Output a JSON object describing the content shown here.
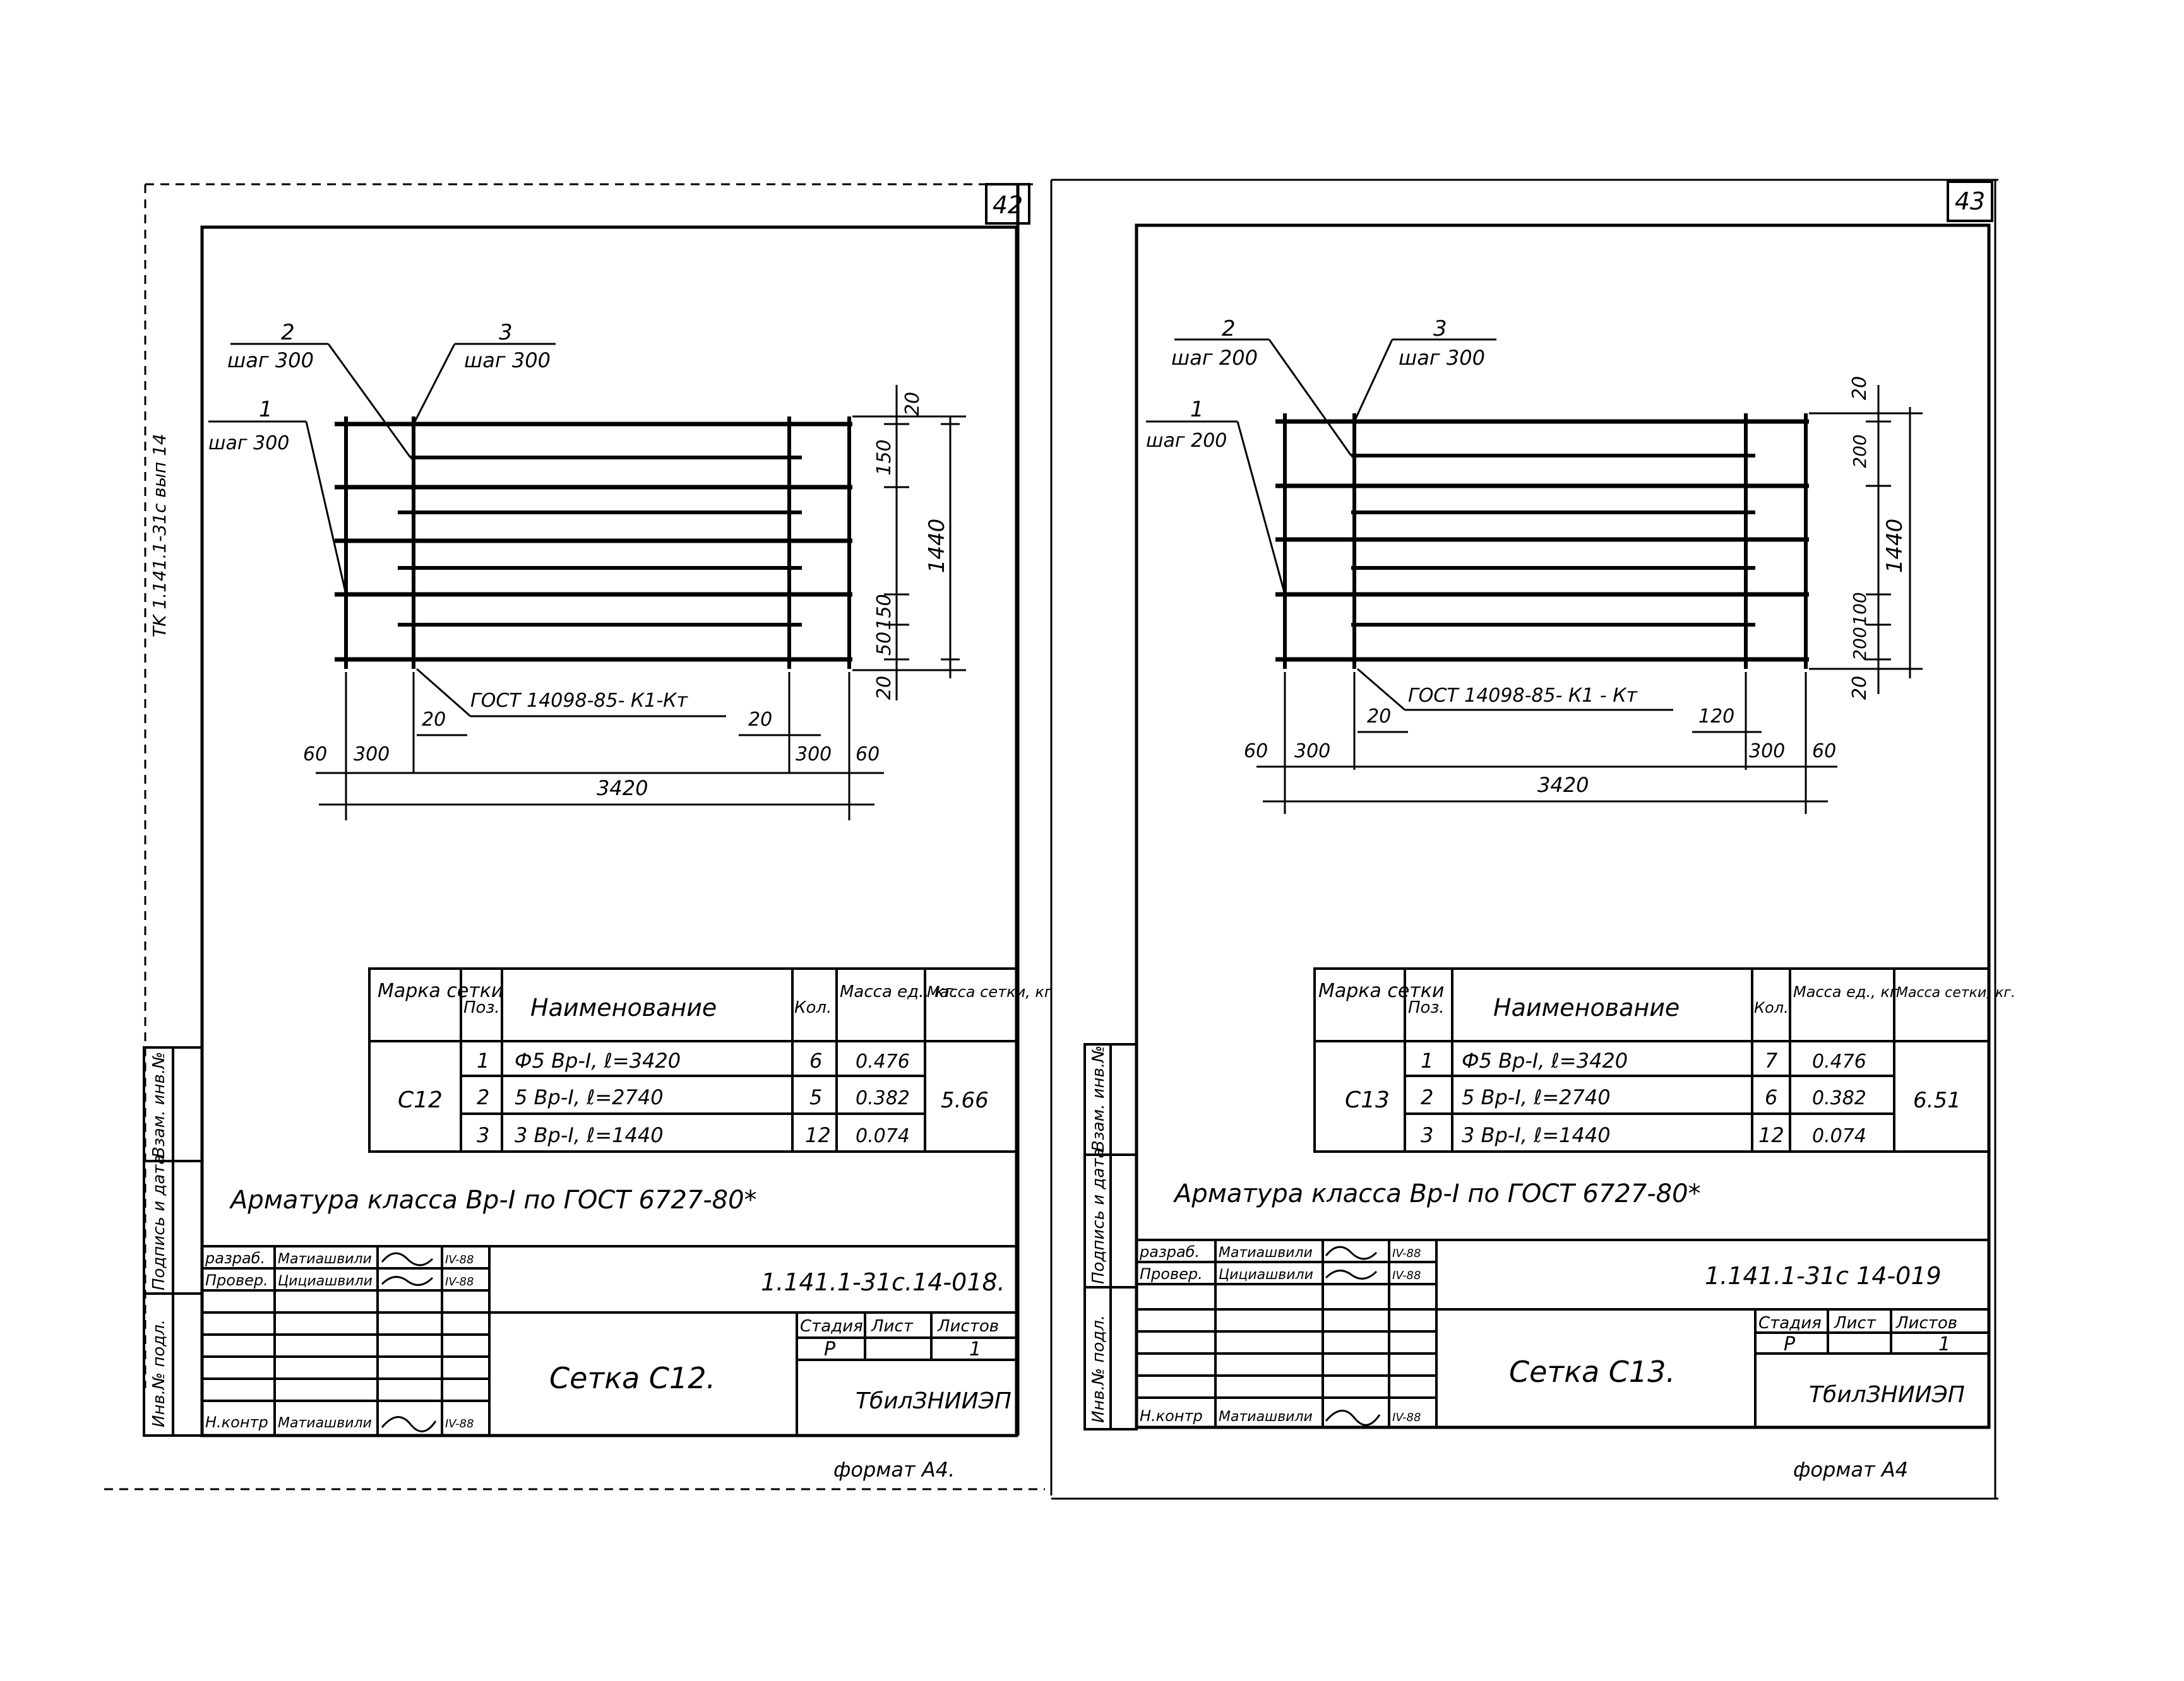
{
  "top_note": "TK 1.141.1-31c  вып 14",
  "sheets": [
    {
      "sheet_number": "42",
      "drawing": {
        "callout_2_num": "2",
        "callout_2_text": "шаг 300",
        "callout_3_num": "3",
        "callout_3_text": "шаг 300",
        "callout_1_num": "1",
        "callout_1_text": "шаг 300",
        "gost_label": "ГОСТ 14098-85- К1-Кт",
        "dim_right_top": "20",
        "dim_right_150a": "150",
        "dim_right_total": "1440",
        "dim_right_150b": "150",
        "dim_right_50": "50",
        "dim_right_bottom": "20",
        "dim_bottom_60a": "60",
        "dim_bottom_300a": "300",
        "dim_bottom_20a": "20",
        "dim_bottom_20b": "20",
        "dim_bottom_300b": "300",
        "dim_bottom_60b": "60",
        "dim_bottom_total": "3420"
      },
      "table": {
        "h_mark": "Марка сетки",
        "h_pos": "Поз.",
        "h_name": "Наименование",
        "h_qty": "Кол.",
        "h_mass_unit": "Масса ед., кг.",
        "h_mass_mesh": "Масса сетки, кг",
        "mark": "С12",
        "mass_total": "5.66",
        "rows": [
          {
            "pos": "1",
            "name": "Ф5 Вр-I, ℓ=3420",
            "qty": "6",
            "mass": "0.476"
          },
          {
            "pos": "2",
            "name": "5 Вр-I, ℓ=2740",
            "qty": "5",
            "mass": "0.382"
          },
          {
            "pos": "3",
            "name": "3 Вр-I, ℓ=1440",
            "qty": "12",
            "mass": "0.074"
          }
        ]
      },
      "note": "Арматура класса Вр-I по ГОСТ 6727-80*",
      "stamp": {
        "side_1": "Инв.№ подл.",
        "side_2": "Подпись и дата",
        "side_3": "Взам. инв.№",
        "role_1": "разраб.",
        "name_1": "Матиашвили",
        "date_1": "IV-88",
        "role_2": "Провер.",
        "name_2": "Цициашвили",
        "date_2": "IV-88",
        "role_3": "Н.контр",
        "name_3": "Матиашвили",
        "date_3": "IV-88",
        "doc_code": "1.141.1-31с.14-018.",
        "stage_h": "Стадия",
        "sheet_h": "Лист",
        "sheets_h": "Листов",
        "stage": "Р",
        "sheets": "1",
        "title": "Сетка С12.",
        "org": "ТбилЗНИИЭП"
      },
      "format": "формат А4."
    },
    {
      "sheet_number": "43",
      "drawing": {
        "callout_2_num": "2",
        "callout_2_text": "шаг 200",
        "callout_3_num": "3",
        "callout_3_text": "шаг 300",
        "callout_1_num": "1",
        "callout_1_text": "шаг 200",
        "gost_label": "ГОСТ 14098-85- К1 - Кт",
        "dim_right_top": "20",
        "dim_right_150a": "200",
        "dim_right_total": "1440",
        "dim_right_150b": "100",
        "dim_right_50": "200",
        "dim_right_bottom": "20",
        "dim_bottom_60a": "60",
        "dim_bottom_300a": "300",
        "dim_bottom_20a": "20",
        "dim_bottom_20b": "120",
        "dim_bottom_300b": "300",
        "dim_bottom_60b": "60",
        "dim_bottom_total": "3420"
      },
      "table": {
        "h_mark": "Марка сетки",
        "h_pos": "Поз.",
        "h_name": "Наименование",
        "h_qty": "Кол.",
        "h_mass_unit": "Масса ед., кг",
        "h_mass_mesh": "Масса сетки, кг.",
        "mark": "С13",
        "mass_total": "6.51",
        "rows": [
          {
            "pos": "1",
            "name": "Ф5 Вр-I, ℓ=3420",
            "qty": "7",
            "mass": "0.476"
          },
          {
            "pos": "2",
            "name": "5 Вр-I, ℓ=2740",
            "qty": "6",
            "mass": "0.382"
          },
          {
            "pos": "3",
            "name": "3 Вр-I, ℓ=1440",
            "qty": "12",
            "mass": "0.074"
          }
        ]
      },
      "note": "Арматура класса Вр-I по ГОСТ 6727-80*",
      "stamp": {
        "side_1": "Инв.№ подл.",
        "side_2": "Подпись и дата",
        "side_3": "Взам. инв.№",
        "role_1": "разраб.",
        "name_1": "Матиашвили",
        "date_1": "IV-88",
        "role_2": "Провер.",
        "name_2": "Цициашвили",
        "date_2": "IV-88",
        "role_3": "Н.контр",
        "name_3": "Матиашвили",
        "date_3": "IV-88",
        "doc_code": "1.141.1-31с 14-019",
        "stage_h": "Стадия",
        "sheet_h": "Лист",
        "sheets_h": "Листов",
        "stage": "Р",
        "sheets": "1",
        "title": "Сетка С13.",
        "org": "ТбилЗНИИЭП"
      },
      "format": "формат А4"
    }
  ]
}
